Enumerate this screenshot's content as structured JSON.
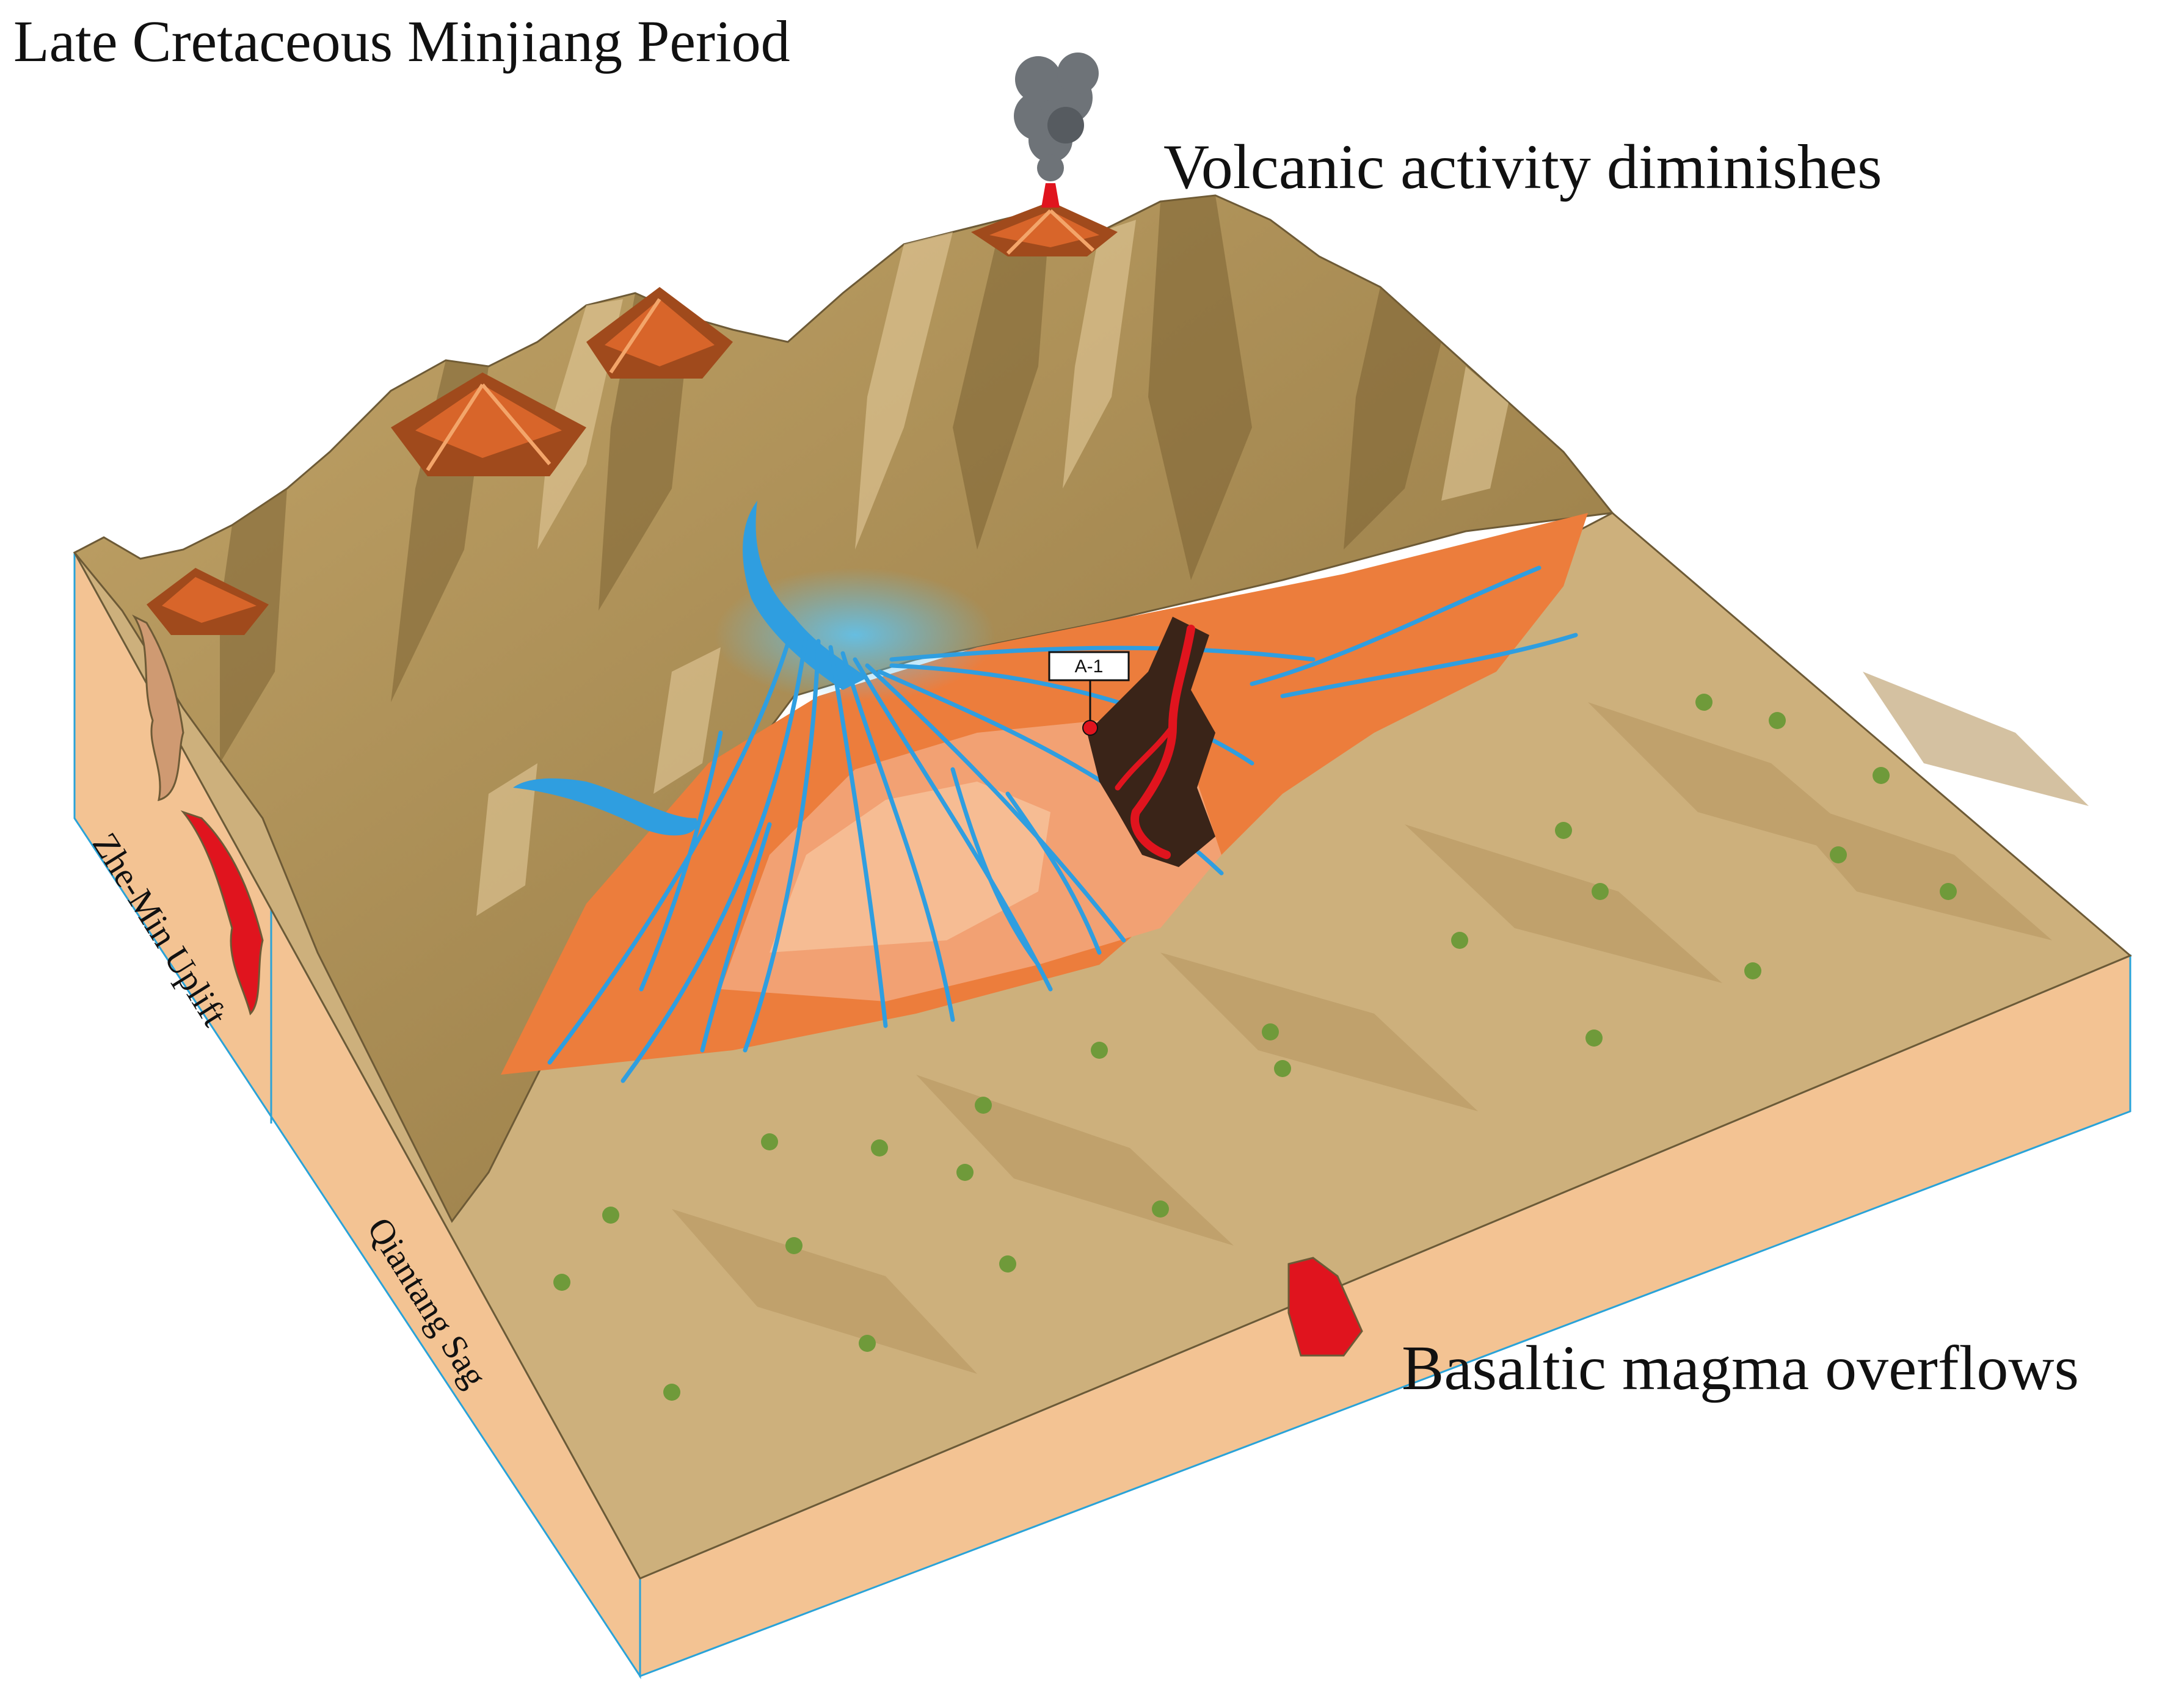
{
  "title": "Late Cretaceous Minjiang Period",
  "annotations": {
    "volcanic": "Volcanic activity diminishes",
    "basalt": "Basaltic magma overflows"
  },
  "side_labels": {
    "uplift": "Zhe-Min Uplift",
    "sag": "Qiantang Sag"
  },
  "well": {
    "name": "A-1"
  },
  "colors": {
    "mountain": "#a98a4e",
    "mountain_dark": "#7c6233",
    "plain": "#cdb07c",
    "block_side": "#f3c393",
    "fan_orange": "#ec7d3c",
    "fan_light": "#f2a173",
    "river_blue": "#2f9ee0",
    "lava_red": "#e0141e",
    "outline": "#2aa3d8"
  },
  "icons": [
    "volcano-icon",
    "eruption-plume-icon",
    "shrub-icon",
    "magma-dike-icon"
  ]
}
